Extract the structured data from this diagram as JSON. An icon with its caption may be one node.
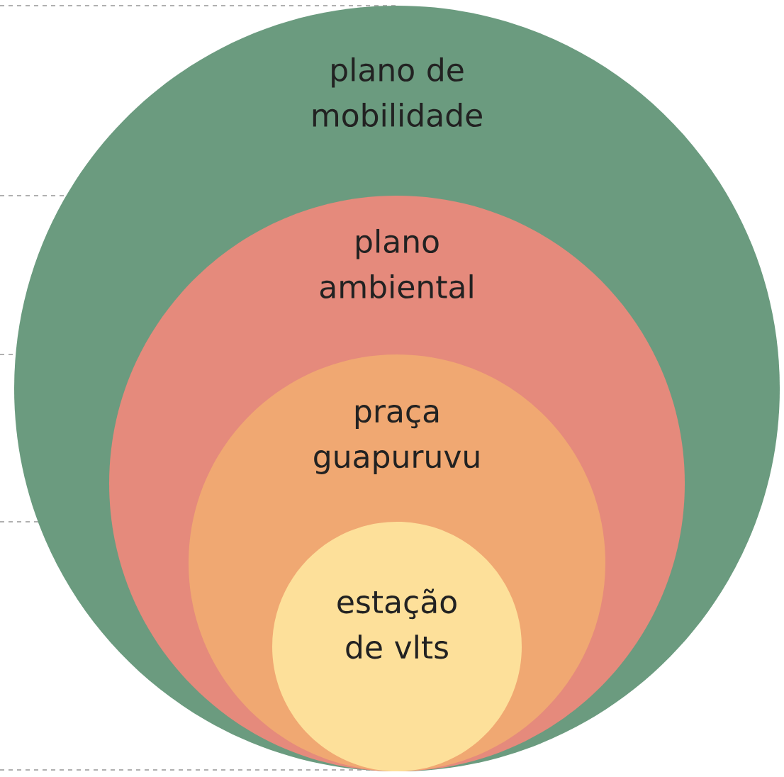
{
  "diagram": {
    "nodes": [
      {
        "text": [
          "plano de mobilidade"
        ]
      },
      {
        "text": [
          "plano ambiental"
        ],
        "in": 0
      },
      {
        "text": [
          "praça guapuruvu"
        ],
        "in": 1
      },
      {
        "text": [
          "estação de vlts"
        ],
        "in": 2
      }
    ]
  }
}
